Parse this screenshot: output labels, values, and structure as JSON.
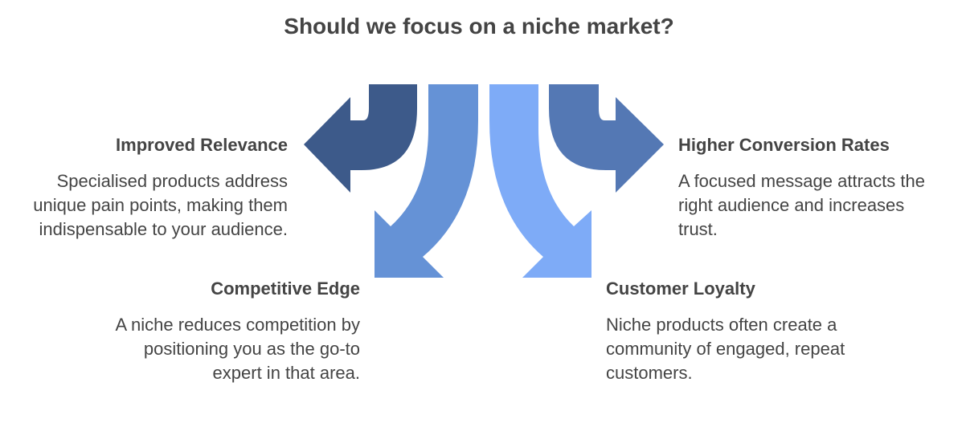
{
  "title": "Should we focus on a niche market?",
  "colors": {
    "arrow_far_left": "#3d5a8a",
    "arrow_mid_left": "#6592d6",
    "arrow_mid_right": "#7eabf7",
    "arrow_far_right": "#5478b4"
  },
  "items": {
    "improved_relevance": {
      "heading": "Improved Relevance",
      "body": "Specialised products address unique pain points, making them indispensable to your audience."
    },
    "competitive_edge": {
      "heading": "Competitive Edge",
      "body": "A niche reduces competition by positioning you as the go-to expert in that area."
    },
    "higher_conversion": {
      "heading": "Higher Conversion Rates",
      "body": "A focused message attracts the right audience and increases trust."
    },
    "customer_loyalty": {
      "heading": "Customer Loyalty",
      "body": "Niche products often create a community of engaged, repeat customers."
    }
  }
}
